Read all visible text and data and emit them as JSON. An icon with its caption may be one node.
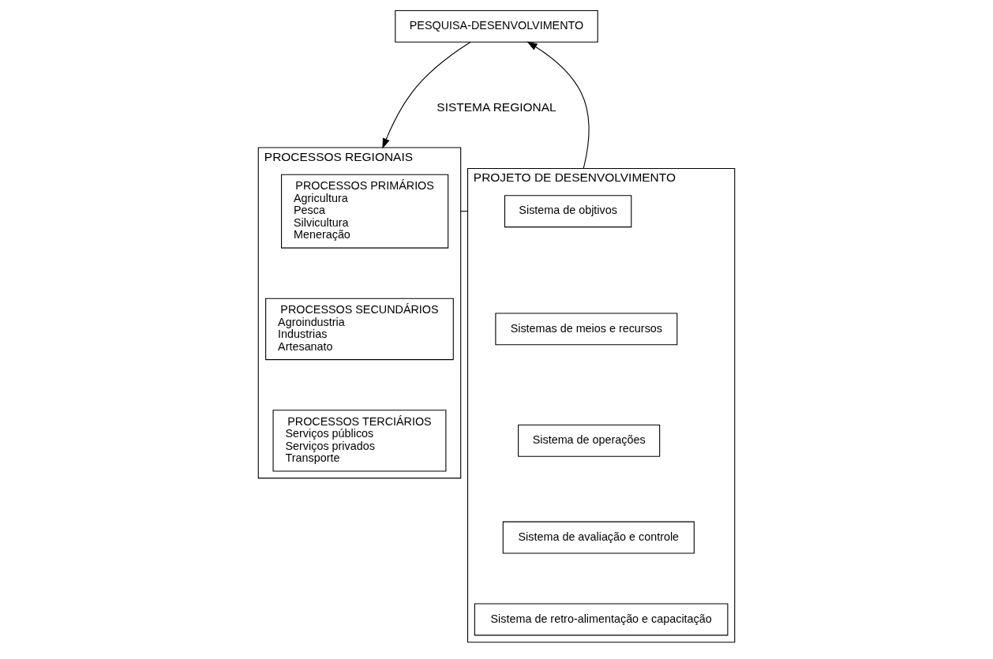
{
  "diagram": {
    "nodes": [
      {
        "text": [
          "PESQUISA-DESENVOLVIMENTO"
        ]
      },
      {
        "text": [
          "PROCESSOS REGIONAIS"
        ]
      },
      {
        "text": [
          "PROCESSOS PRIMÁRIOS",
          "Agricultura",
          "Pesca",
          "Silvicultura",
          "Meneração"
        ],
        "in": 1
      },
      {
        "text": [
          "PROCESSOS SECUNDÁRIOS",
          "Agroindustria",
          "Industrias",
          "Artesanato"
        ],
        "in": 1
      },
      {
        "text": [
          "PROCESSOS TERCIÁRIOS",
          "Serviços públicos",
          "Serviços privados",
          "Transporte"
        ],
        "in": 1
      },
      {
        "text": [
          "PROJETO DE DESENVOLVIMENTO"
        ]
      },
      {
        "text": [
          "Sistema de objtivos"
        ],
        "in": 5
      },
      {
        "text": [
          "Sistemas de meios e recursos"
        ],
        "in": 5
      },
      {
        "text": [
          "Sistema de operações"
        ],
        "in": 5
      },
      {
        "text": [
          "Sistema de avaliação e controle"
        ],
        "in": 5
      },
      {
        "text": [
          "Sistema de retro-alimentação e capacitação"
        ],
        "in": 5
      }
    ],
    "edges": [
      {
        "from": 0,
        "to": 1,
        "arrow": "to"
      },
      {
        "from": 5,
        "to": 0,
        "arrow": "to"
      },
      {
        "from": 5,
        "to": 1,
        "arrow": "none"
      }
    ],
    "labels": [
      "SISTEMA REGIONAL"
    ]
  }
}
